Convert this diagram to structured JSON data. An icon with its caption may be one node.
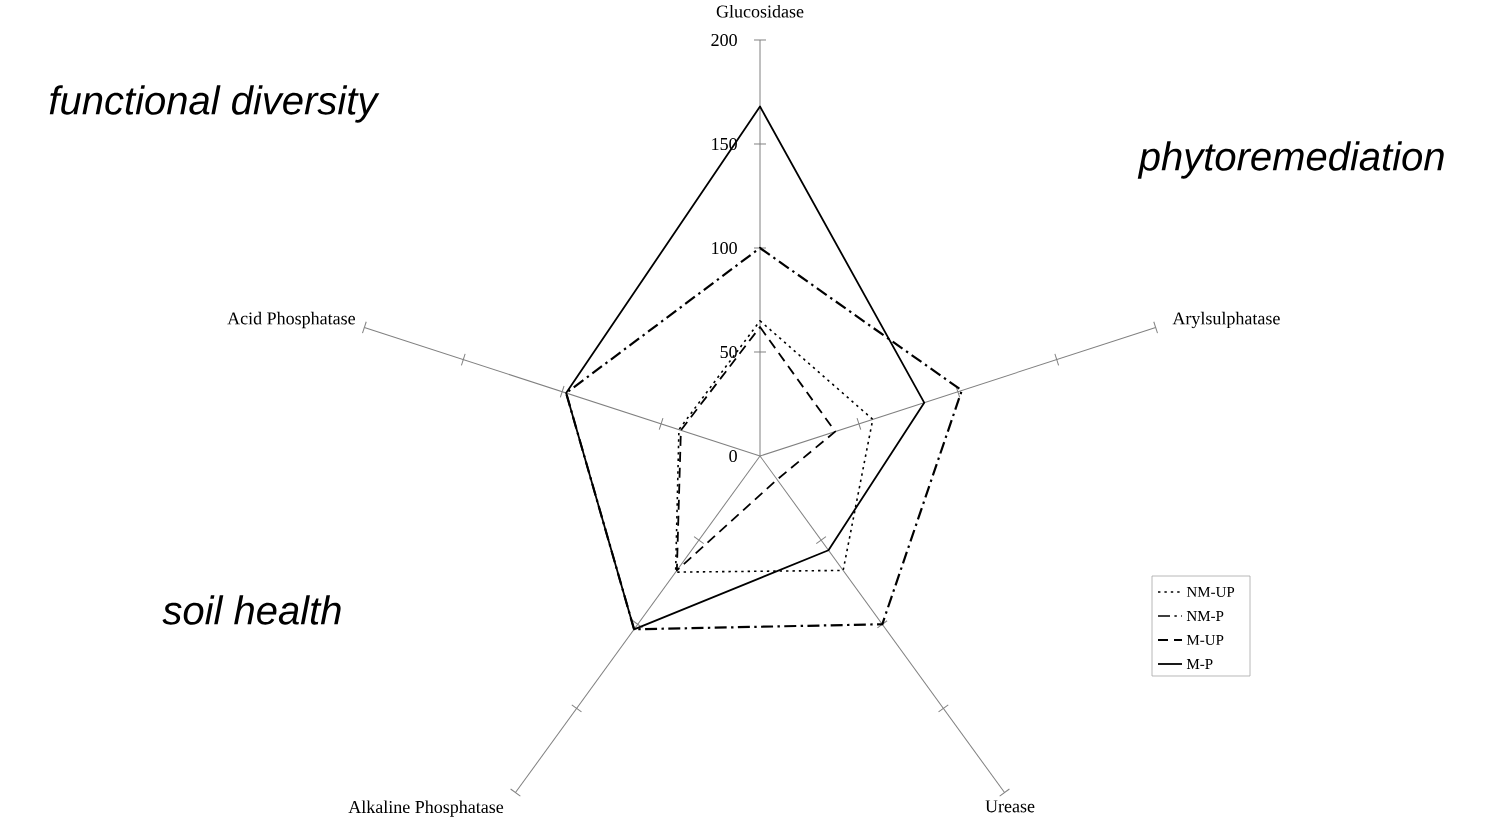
{
  "diagram": {
    "labels": [
      "Glucosidase",
      "200",
      "functional diversity",
      "150",
      "phytoremediation",
      "100",
      "Acid Phosphatase",
      "Arylsulphatase",
      "50",
      "0",
      "soil health",
      "Alkaline Phosphatase",
      "Urease"
    ],
    "legend": [
      {
        "text": "NM-UP"
      },
      {
        "text": "NM-P"
      },
      {
        "text": "M-UP"
      },
      {
        "text": "M-P"
      }
    ]
  }
}
